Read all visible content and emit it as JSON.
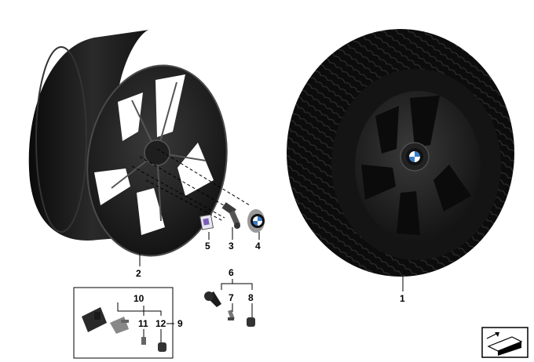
{
  "diagram": {
    "callouts": {
      "c1": "1",
      "c2": "2",
      "c3": "3",
      "c4": "4",
      "c5": "5",
      "c6": "6",
      "c7": "7",
      "c8": "8",
      "c9": "9",
      "c10": "10",
      "c11": "11",
      "c12": "12"
    }
  },
  "colors": {
    "rim": "#141414",
    "rim_highlight": "#3a3a3a",
    "tire": "#0c0c0c",
    "line": "#000000",
    "background": "#ffffff"
  },
  "icons": [
    "bmw-roundel-icon",
    "part-reference-icon"
  ]
}
